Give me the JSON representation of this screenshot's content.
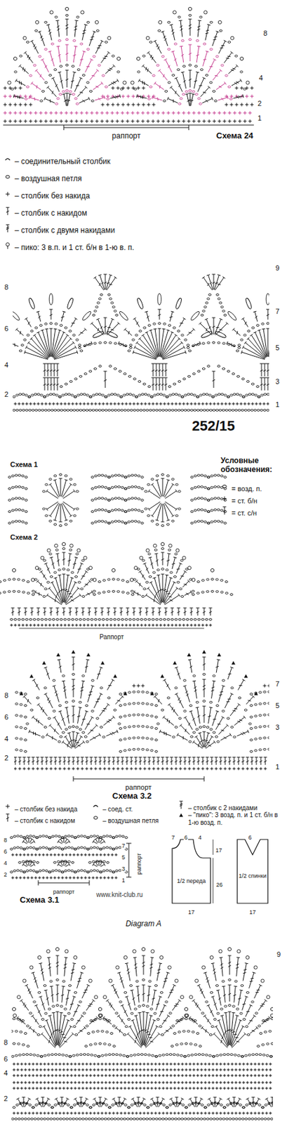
{
  "diagram": {
    "labels": [
      "8",
      "4",
      "2",
      "1",
      "раппорт",
      "Схема 24",
      "9",
      "8",
      "7",
      "6",
      "5",
      "4",
      "3",
      "2",
      "1",
      "252/15",
      "Схема 1",
      "Условные обозначения:",
      "Схема 2",
      "Раппорт",
      "7",
      "8",
      "5",
      "6",
      "3",
      "4",
      "2",
      "1",
      "раппорт",
      "Схема 3.2",
      "8",
      "7",
      "6",
      "5",
      "4",
      "3",
      "2",
      "1",
      "раппорт",
      "раппорт",
      "Схема 3.1",
      "7",
      "6",
      "4",
      "17",
      "26",
      "1/2 переда",
      "17",
      "6",
      "1/2 спинки",
      "17",
      "www.knit-club.ru",
      "Diagram A",
      "9",
      "8",
      "6",
      "4",
      "2"
    ],
    "legend": [
      {
        "text": "– соединительный столбик"
      },
      {
        "text": "– воздушная петля"
      },
      {
        "text": "– столбик без накида"
      },
      {
        "text": "– столбик с накидом"
      },
      {
        "text": "– столбик с двумя накидами"
      },
      {
        "text": "– пико: 3 в.п. и 1 ст. б/н в 1-ю в. п."
      },
      {
        "text": "= возд. п."
      },
      {
        "text": "= ст. б/н"
      },
      {
        "text": "= ст. с/н"
      },
      {
        "text": "– столбик без накида"
      },
      {
        "text": "– столбик с накидом"
      },
      {
        "text": "– соед. ст."
      },
      {
        "text": "– воздушная петля"
      },
      {
        "text": "– столбик с 2 накидами"
      },
      {
        "text": "– \"пико\": 3 возд. п. и 1 ст. б/н в 1-ю возд. п."
      }
    ]
  }
}
